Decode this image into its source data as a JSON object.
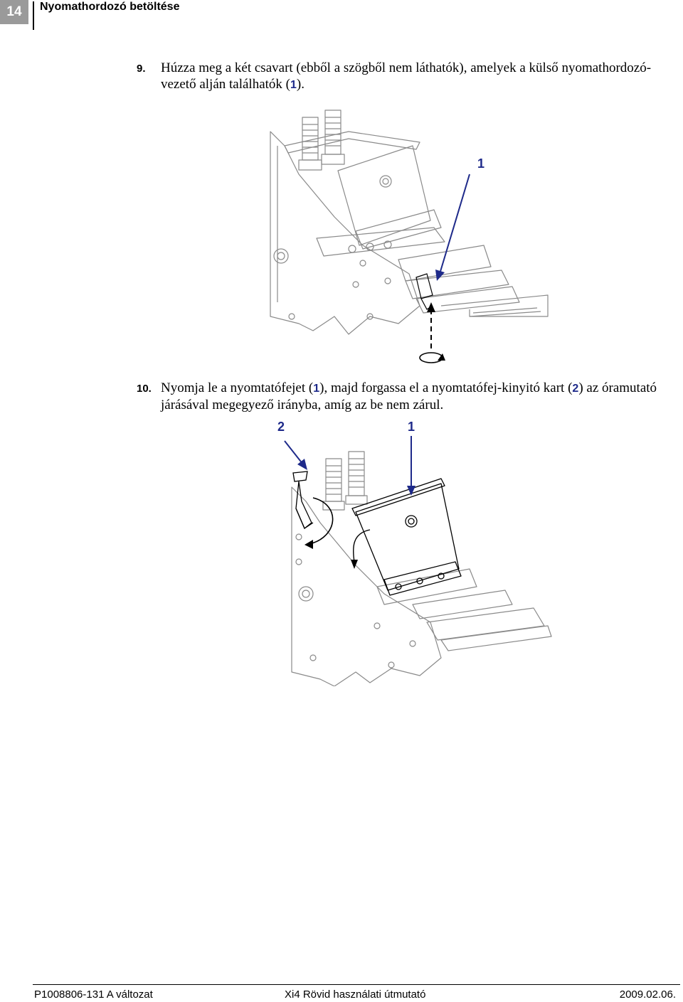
{
  "header": {
    "page_number": "14",
    "title": "Nyomathordozó betöltése"
  },
  "steps": [
    {
      "number": "9.",
      "text_before": "Húzza meg a két csavart (ebből a szögből nem láthatók), amelyek a külső nyomathordozó-vezető alján találhatók (",
      "ref": "1",
      "text_after": ")."
    },
    {
      "number": "10.",
      "text_part1": "Nyomja le a nyomtatófejet (",
      "ref1": "1",
      "text_part2": "), majd forgassa el a nyomtatófej-kinyitó kart (",
      "ref2": "2",
      "text_part3": ") az óramutató járásával megegyező irányba, amíg az be nem zárul."
    }
  ],
  "figure1": {
    "callout": "1"
  },
  "figure2": {
    "callouts": [
      "2",
      "1"
    ]
  },
  "colors": {
    "callout": "#1e2a8a",
    "line_art": "#8a8a8a",
    "header_box": "#9a9a9a"
  },
  "footer": {
    "left": "P1008806-131 A változat",
    "center": "Xi4 Rövid használati útmutató",
    "right": "2009.02.06."
  }
}
